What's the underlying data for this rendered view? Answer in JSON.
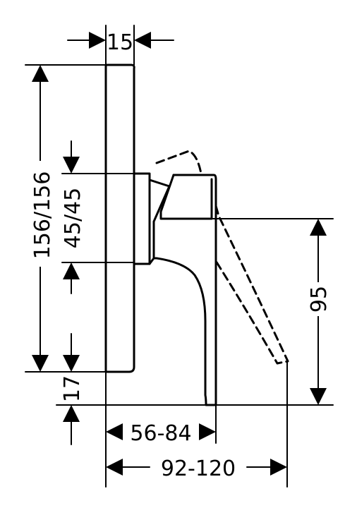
{
  "dimensions": {
    "top_width": "15",
    "height_total": "156/156",
    "inner_height": "45/45",
    "bottom_offset": "17",
    "lever_height": "95",
    "projection": "56-84",
    "total_depth": "92-120"
  },
  "colors": {
    "line": "#000000",
    "background": "#ffffff"
  }
}
